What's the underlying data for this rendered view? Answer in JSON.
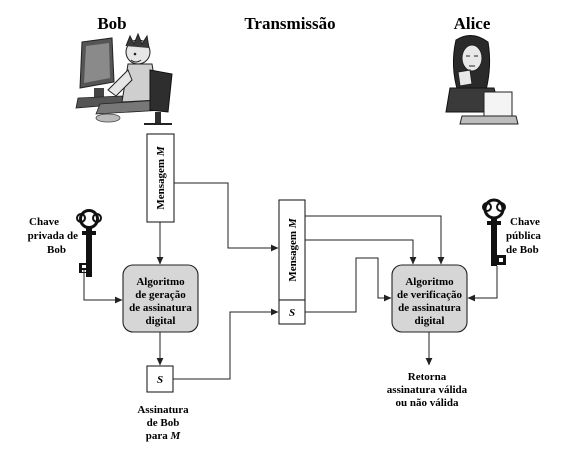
{
  "headers": {
    "bob": "Bob",
    "transmission": "Transmissão",
    "alice": "Alice"
  },
  "bob_side": {
    "message_label": "Mensagem",
    "message_var": "M",
    "private_key_label": [
      "Chave",
      "privada de",
      "Bob"
    ],
    "sign_algorithm": [
      "Algoritmo",
      "de geração",
      "de assinatura",
      "digital"
    ],
    "signature_var": "S",
    "signature_caption": [
      "Assinatura",
      "de Bob"
    ],
    "signature_caption_for": "para",
    "signature_caption_var": "M"
  },
  "transmission": {
    "message_label": "Mensagem",
    "message_var": "M",
    "signature_var": "S"
  },
  "alice_side": {
    "public_key_label": [
      "Chave",
      "pública",
      "de Bob"
    ],
    "verify_algorithm": [
      "Algoritmo",
      "de verificação",
      "de assinatura",
      "digital"
    ],
    "result": [
      "Retorna",
      "assinatura válida",
      "ou não válida"
    ]
  },
  "icons": {
    "bob_person": "person-at-computer-icon",
    "alice_person": "person-with-laptop-icon",
    "private_key": "key-icon",
    "public_key": "key-icon"
  },
  "colors": {
    "process_fill": "#d6d6d6",
    "stroke": "#222222"
  }
}
